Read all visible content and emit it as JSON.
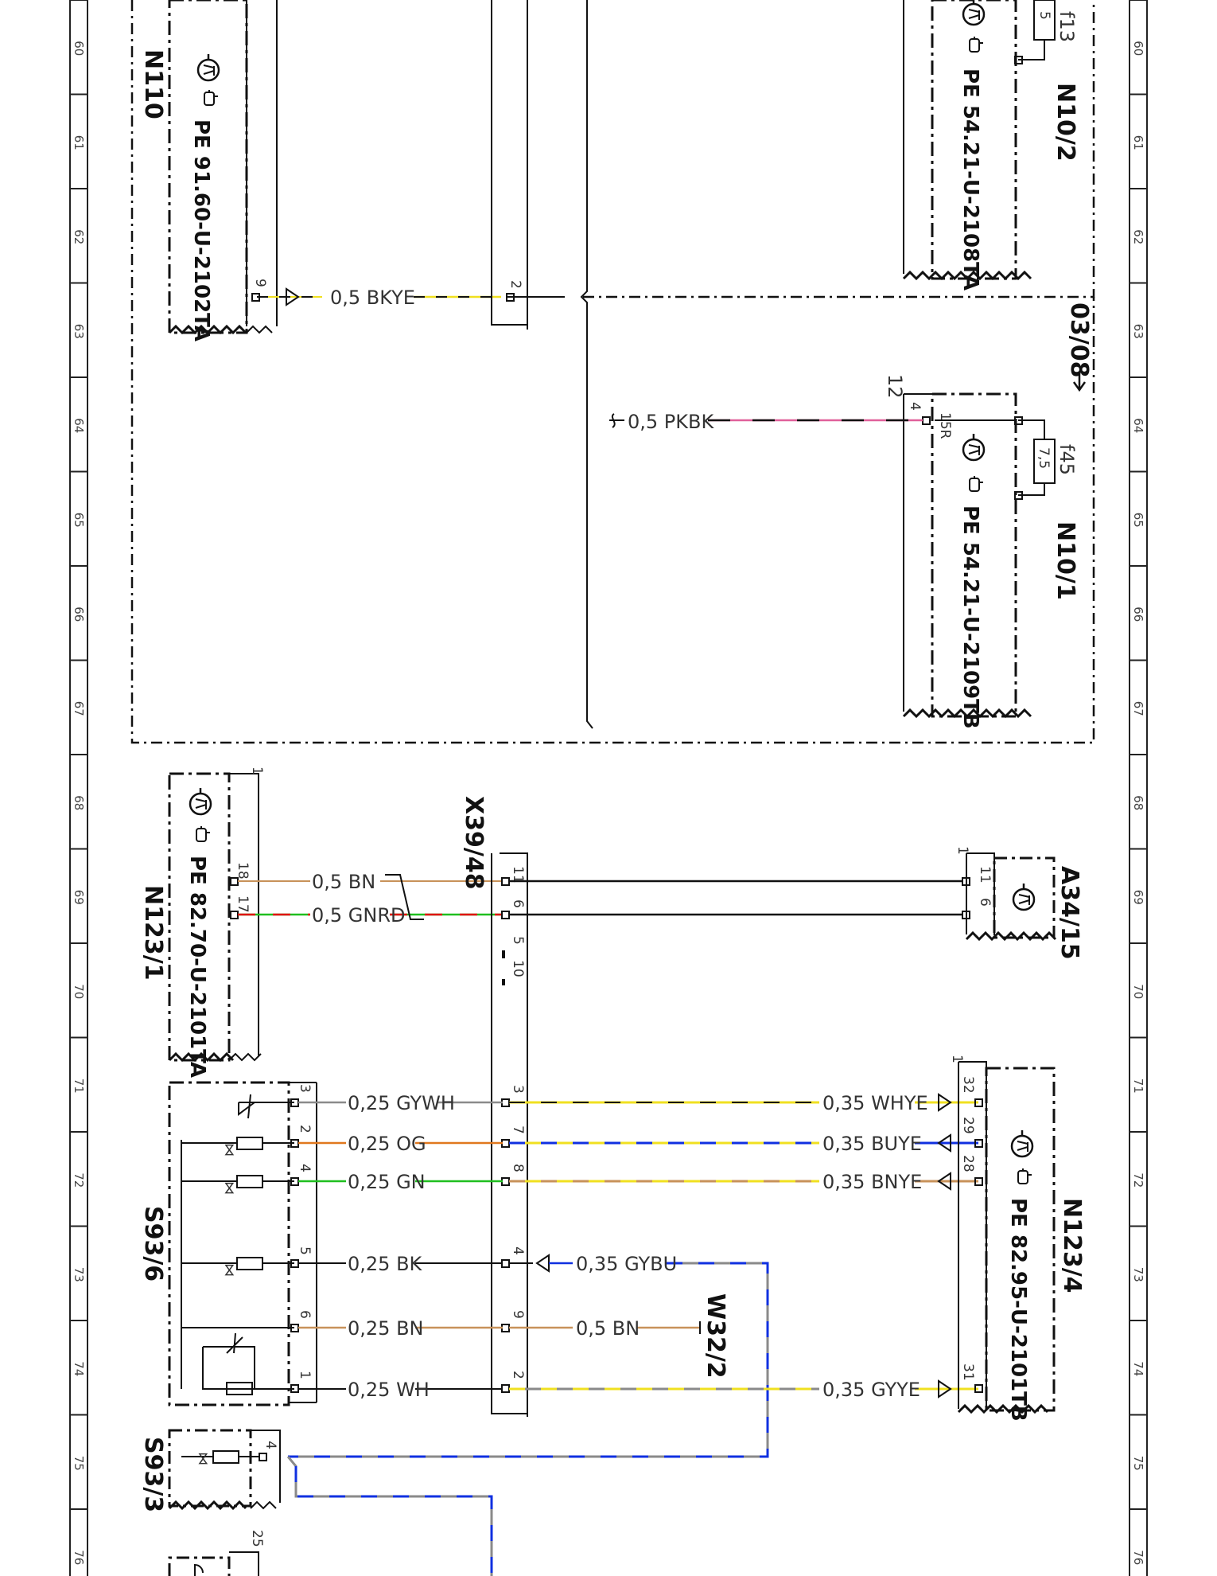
{
  "grid_numbers": [
    "60",
    "61",
    "62",
    "63",
    "64",
    "65",
    "66",
    "67",
    "68",
    "69",
    "70",
    "71",
    "72",
    "73",
    "74",
    "75",
    "76"
  ],
  "components": {
    "n110": "N110",
    "n10_2": "N10/2",
    "n10_1": "N10/1",
    "n123_1": "N123/1",
    "a34_15": "A34/15",
    "x39_48": "X39/48",
    "n123_4": "N123/4",
    "s93_6": "S93/6",
    "s93_3": "S93/3",
    "w32_2": "W32/2",
    "ref_0308": "03/08"
  },
  "pe_refs": {
    "n110": "PE 91.60-U-2102TA",
    "n10_2": "PE 54.21-U-2108TA",
    "n10_1": "PE 54.21-U-2109TB",
    "n123_1": "PE 82.70-U-2101TA",
    "n123_4": "PE 82.95-U-2101TB"
  },
  "fuses": {
    "f13_name": "f13",
    "f13_value": "5",
    "f45_name": "f45",
    "f45_value": "7,5"
  },
  "wires": {
    "bkye": "0,5 BKYE",
    "pkbk": "0,5 PKBK",
    "bn_top": "0,5 BN",
    "gnrd": "0,5 GNRD",
    "gywh": "0,25 GYWH",
    "og": "0,25 OG",
    "gn": "0,25 GN",
    "bk": "0,25 BK",
    "bn_s": "0,25 BN",
    "wh": "0,25 WH",
    "whye": "0,35 WHYE",
    "buye": "0,35 BUYE",
    "bnye": "0,35 BNYE",
    "gybu": "0,35 GYBU",
    "bn_w": "0,5 BN",
    "gyye": "0,35 GYYE"
  },
  "pins": {
    "n110_9": "9",
    "x_top_2": "2",
    "n10_1_12": "12",
    "n10_1_4": "4",
    "n10_1_15r": "15R",
    "n123_1_1": "1",
    "n123_1_18": "18",
    "n123_1_17": "17",
    "x_11": "11",
    "x_6": "6",
    "x_5": "5",
    "x_10": "10",
    "x_3": "3",
    "x_7": "7",
    "x_8": "8",
    "x_4": "4",
    "x_9": "9",
    "x_2": "2",
    "a34_1": "1",
    "a34_11": "11",
    "a34_6": "6",
    "s6_3": "3",
    "s6_2": "2",
    "s6_4": "4",
    "s6_5": "5",
    "s6_6": "6",
    "s6_1": "1",
    "n4_1": "1",
    "n4_32": "32",
    "n4_29": "29",
    "n4_28": "28",
    "n4_31": "31",
    "s3_4": "4",
    "b25": "25"
  },
  "colors": {
    "bn": "#c8925a",
    "gn": "#1fbf1f",
    "rd": "#e01010",
    "og": "#e0781e",
    "gy": "#8a8a8a",
    "ye": "#f0e020",
    "bu": "#1030e0",
    "pk": "#e0609a",
    "bk": "#111111",
    "wh": "#d8d8d8"
  }
}
